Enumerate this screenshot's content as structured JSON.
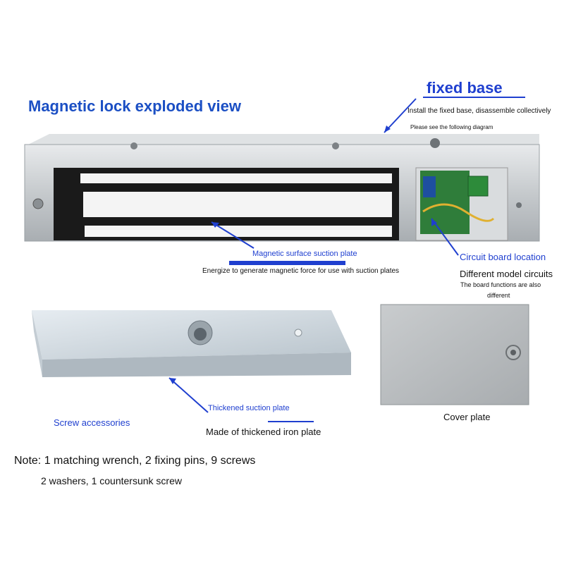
{
  "title": "Magnetic lock exploded view",
  "fixed_base": {
    "heading": "fixed base",
    "line1": "Install the fixed base, disassemble collectively",
    "line2": "Please see the following diagram"
  },
  "magnetic_surface": {
    "heading": "Magnetic surface suction plate",
    "description": "Energize to generate magnetic force for use with suction plates"
  },
  "circuit_board": {
    "heading": "Circuit board location",
    "line1": "Different model circuits",
    "line2": "The board functions are also",
    "line3": "different"
  },
  "suction_plate": {
    "heading": "Thickened suction plate",
    "description": "Made of thickened iron plate"
  },
  "screw_accessories": "Screw accessories",
  "cover_plate": "Cover plate",
  "note": {
    "line1": "Note: 1 matching wrench, 2 fixing pins, 9 screws",
    "line2": "2 washers, 1 countersunk screw"
  },
  "colors": {
    "accent_blue": "#1f3fcf",
    "aluminum": "#c8ccd0",
    "magnet_black": "#1a1a1a"
  }
}
